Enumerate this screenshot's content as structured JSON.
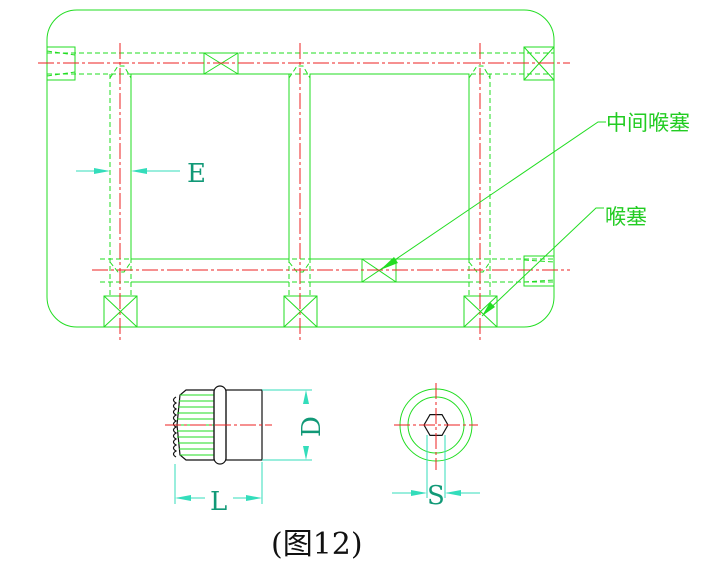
{
  "labels": {
    "dim_e": "E",
    "dim_d": "D",
    "dim_l": "L",
    "dim_s": "S",
    "middle_plug": "中间喉塞",
    "plug": "喉塞",
    "caption": "(图12)"
  },
  "colors": {
    "outline": "#22dd22",
    "centerline": "#ee2222",
    "dimension": "#33ddbb",
    "part": "#111111"
  }
}
